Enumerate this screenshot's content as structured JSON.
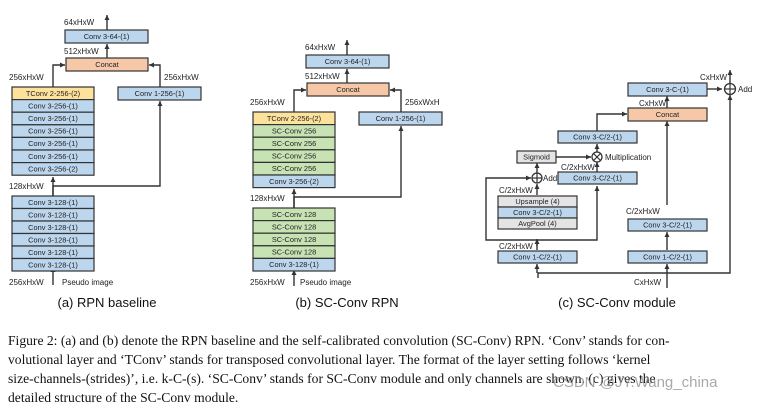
{
  "colors": {
    "conv": "#bcd6ee",
    "tconv": "#fde29c",
    "concat": "#f6c8a8",
    "scconv": "#c7e3b4",
    "gray": "#e4e4e4",
    "stroke": "#333333"
  },
  "panel_a": {
    "caption": "(a) RPN baseline",
    "top_out": "64xHxW",
    "conv_top": "Conv 3-64-(1)",
    "concat_in": "512xHxW",
    "concat": "Concat",
    "left_in": "256xHxW",
    "right_in": "256xHxW",
    "side_conv": "Conv 1-256-(1)",
    "upper_stack": [
      "TConv 2-256-(2)",
      "Conv 3-256-(1)",
      "Conv 3-256-(1)",
      "Conv 3-256-(1)",
      "Conv 3-256-(1)",
      "Conv 3-256-(1)",
      "Conv 3-256-(2)"
    ],
    "mid": "128xHxW",
    "lower_stack": [
      "Conv 3-128-(1)",
      "Conv 3-128-(1)",
      "Conv 3-128-(1)",
      "Conv 3-128-(1)",
      "Conv 3-128-(1)",
      "Conv 3-128-(1)"
    ],
    "input_dim": "256xHxW",
    "input_label": "Pseudo image"
  },
  "panel_b": {
    "caption": "(b) SC-Conv RPN",
    "top_out": "64xHxW",
    "conv_top": "Conv 3-64-(1)",
    "concat_in": "512xHxW",
    "concat": "Concat",
    "left_in": "256xHxW",
    "right_in": "256xWxH",
    "side_conv": "Conv 1-256-(1)",
    "upper_stack": [
      "TConv 2-256-(2)",
      "SC-Conv 256",
      "SC-Conv 256",
      "SC-Conv 256",
      "SC-Conv 256",
      "Conv 3-256-(2)"
    ],
    "mid": "128xHxW",
    "lower_stack": [
      "SC-Conv 128",
      "SC-Conv 128",
      "SC-Conv 128",
      "SC-Conv 128",
      "Conv 3-128-(1)"
    ],
    "input_dim": "256xHxW",
    "input_label": "Pseudo image"
  },
  "panel_c": {
    "caption": "(c) SC-Conv module",
    "out_dim": "CxHxW",
    "conv_c": "Conv 3-C-(1)",
    "add_label": "Add",
    "concat_dim": "CxHxW",
    "concat": "Concat",
    "conv_c2_top": "Conv 3-C/2-(1)",
    "sigmoid": "Sigmoid",
    "mult_label": "Multiplication",
    "mult_dim": "C/2xHxW",
    "add2_label": "Add",
    "conv_c2_mid": "Conv 3-C/2-(1)",
    "branch_dim": "C/2xHxW",
    "upsample": "Upsample (4)",
    "conv_inner": "Conv 3-C/2-(1)",
    "avgpool": "AvgPool (4)",
    "split_dim": "C/2xHxW",
    "conv1_left": "Conv 1-C/2-(1)",
    "right_dim": "C/2xHxW",
    "conv3_right": "Conv 3-C/2-(1)",
    "conv1_right": "Conv 1-C/2-(1)",
    "input_dim": "CxHxW"
  },
  "figure_caption": {
    "lines": [
      "Figure 2: (a) and (b) denote the RPN baseline and the self-calibrated convolution (SC-Conv) RPN. ‘Conv’ stands for con-",
      "volutional layer and ‘TConv’ stands for transposed convolutional layer.  The format of the layer setting follows ‘kernel",
      "size-channels-(strides)’, i.e. k-C-(s).  ‘SC-Conv’ stands for SC-Conv module and only channels are shown.  (c) gives the",
      "detailed structure of the SC-Conv module."
    ]
  },
  "watermark": "CSDN @JY.Wang_china"
}
